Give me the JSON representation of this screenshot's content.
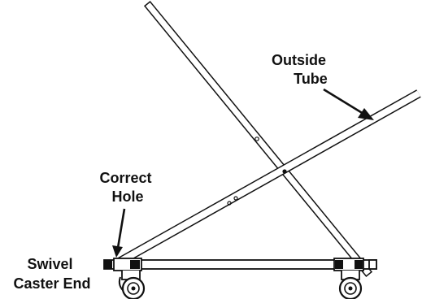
{
  "labels": {
    "outside_tube": [
      "Outside",
      "Tube"
    ],
    "correct_hole": [
      "Correct",
      "Hole"
    ],
    "swivel_caster_end": [
      "Swivel",
      "Caster End"
    ]
  },
  "colors": {
    "stroke": "#111111",
    "background": "#ffffff",
    "light_fill": "#d9d9d9"
  }
}
